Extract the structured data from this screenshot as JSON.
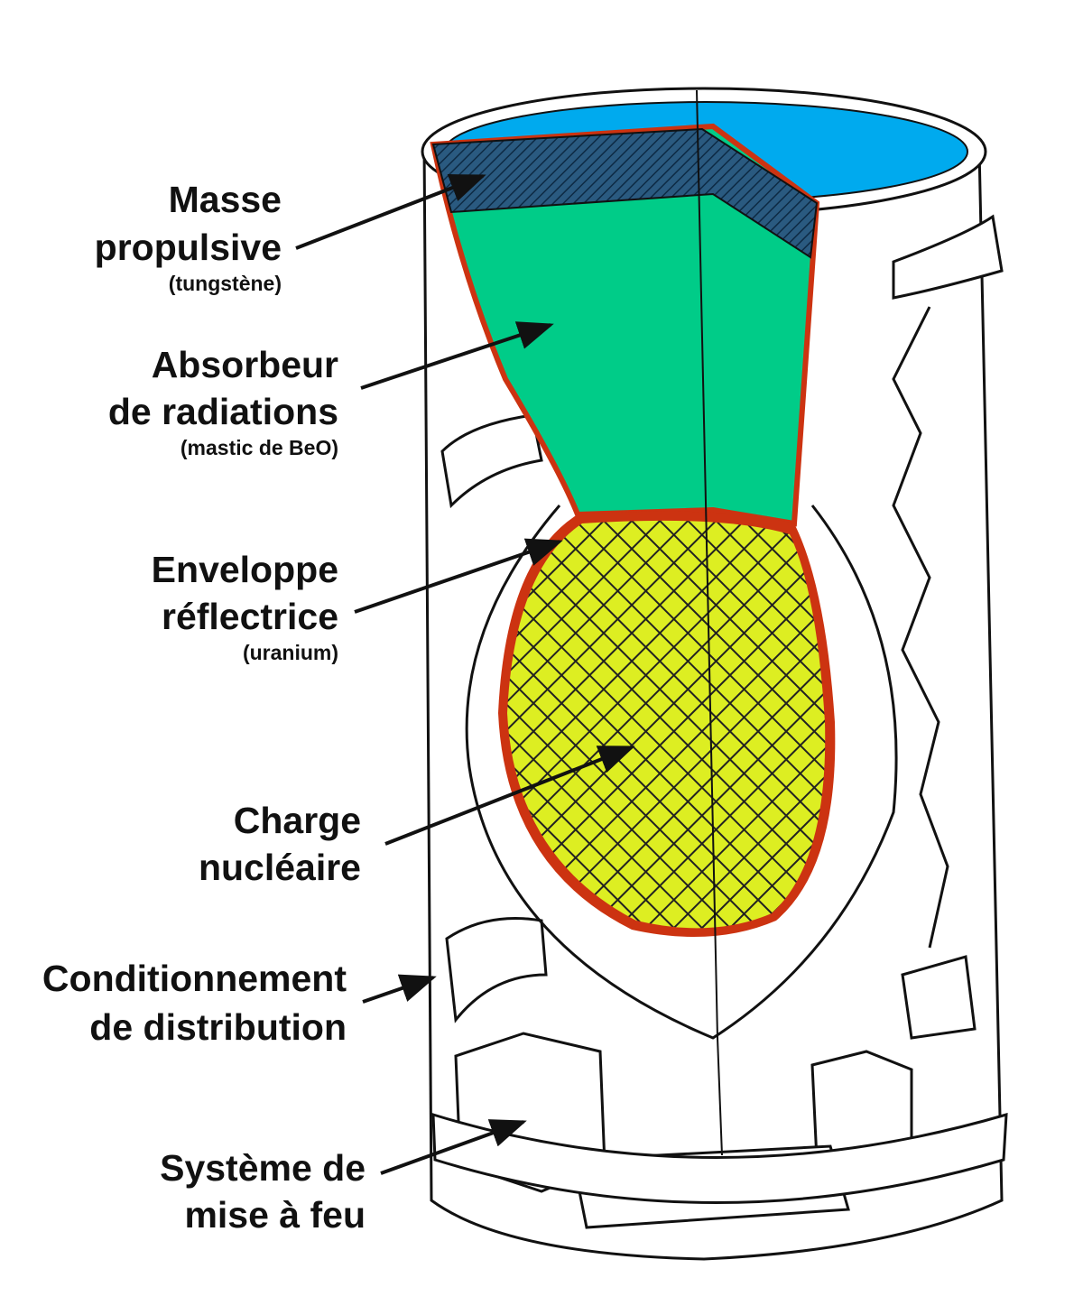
{
  "labels": {
    "masse": {
      "line1": "Masse",
      "line2": "propulsive",
      "sub": "(tungstène)"
    },
    "absorbeur": {
      "line1": "Absorbeur",
      "line2": "de radiations",
      "sub": "(mastic de BeO)"
    },
    "enveloppe": {
      "line1": "Enveloppe",
      "line2": "réflectrice",
      "sub": "(uranium)"
    },
    "charge": {
      "line1": "Charge",
      "line2": "nucléaire"
    },
    "conditionnement": {
      "line1": "Conditionnement",
      "line2": "de distribution"
    },
    "systeme": {
      "line1": "Système de",
      "line2": "mise à feu"
    }
  },
  "colors": {
    "top_cavity": "#00aaee",
    "propellant": "#2a5a80",
    "absorber": "#00cc88",
    "reflector": "#cc3311",
    "charge": "#ddee22",
    "outline": "#111111"
  }
}
